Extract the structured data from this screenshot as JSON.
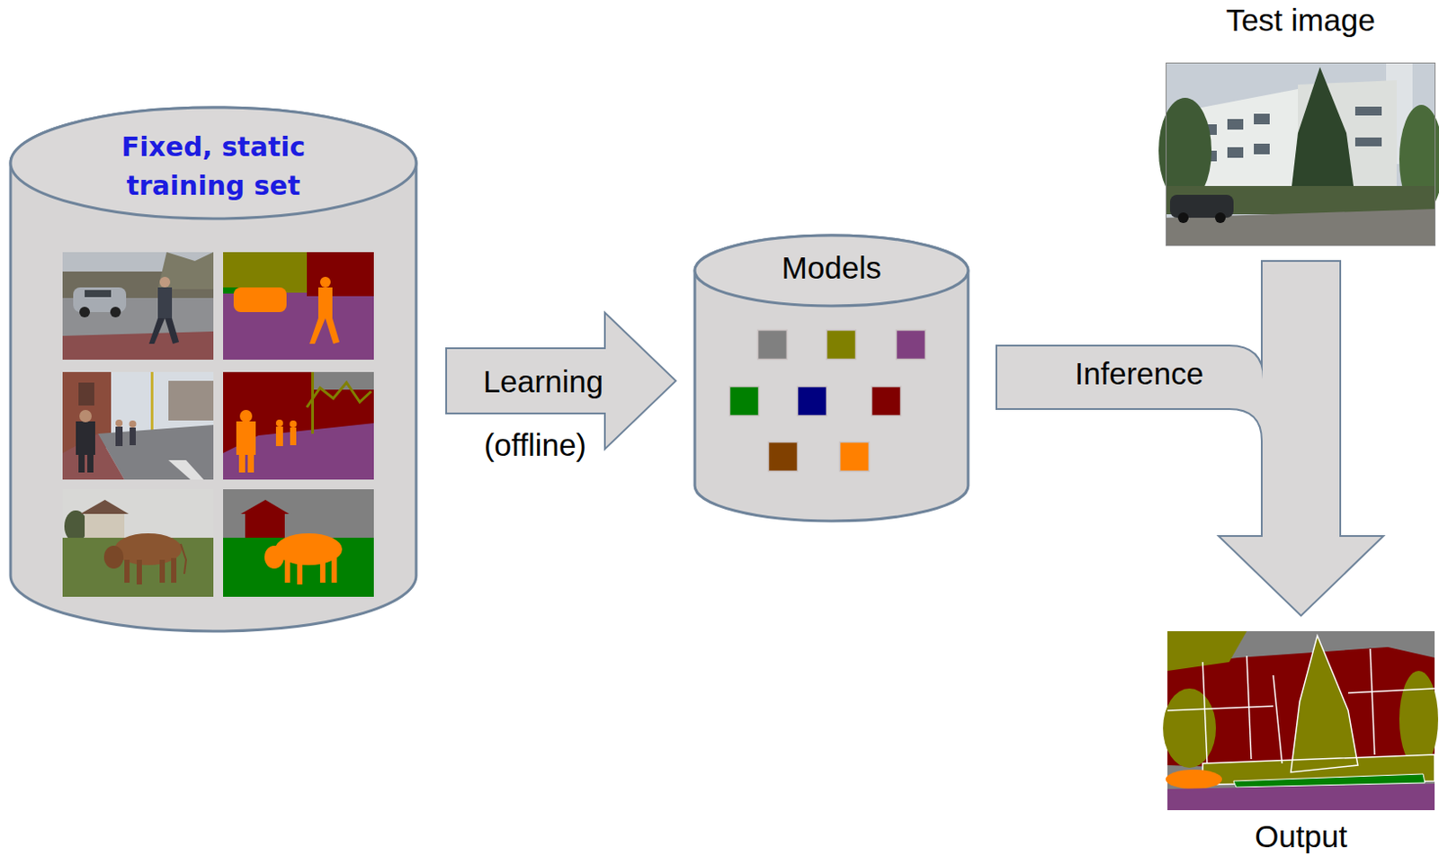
{
  "diagram": {
    "nodes": [
      {
        "text": [
          "Fixed, static training set"
        ]
      },
      {
        "text": [
          "Models"
        ]
      },
      {
        "text": [
          "Test image"
        ]
      },
      {
        "text": [
          "Output"
        ]
      }
    ],
    "edges": [
      {
        "from": 0,
        "to": 1,
        "arrow": "to",
        "label": "Learning"
      },
      {
        "from": 1,
        "to": 3,
        "arrow": "to",
        "label": "Inference"
      },
      {
        "from": 2,
        "to": 3,
        "arrow": "to"
      }
    ],
    "labels": [
      "(offline)"
    ]
  }
}
